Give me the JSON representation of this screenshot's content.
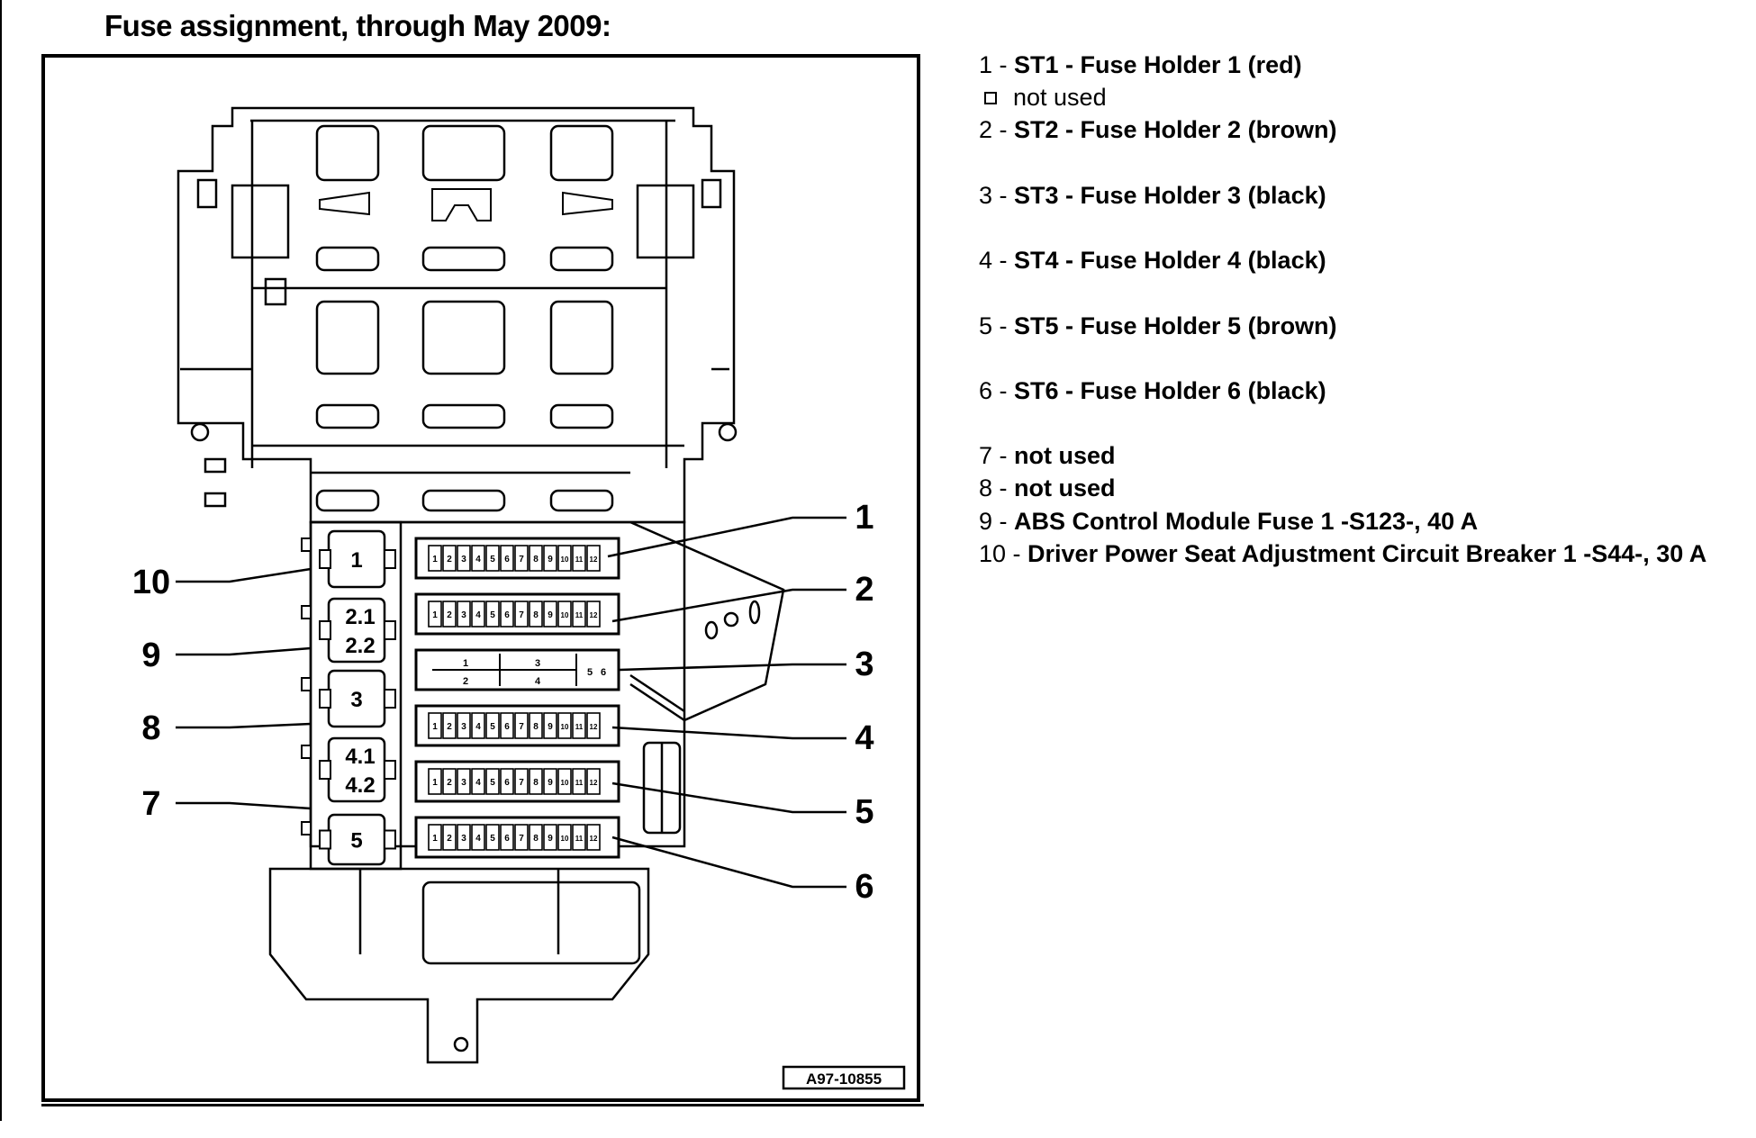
{
  "title": "Fuse assignment, through May 2009:",
  "figure_id": "A97-10855",
  "callouts_right": [
    "1",
    "2",
    "3",
    "4",
    "5",
    "6"
  ],
  "callouts_left": [
    "10",
    "9",
    "8",
    "7"
  ],
  "relay_labels": [
    "1",
    "2.1",
    "2.2",
    "3",
    "4.1",
    "4.2",
    "5"
  ],
  "fuse_slots_12": [
    "1",
    "2",
    "3",
    "4",
    "5",
    "6",
    "7",
    "8",
    "9",
    "10",
    "11",
    "12"
  ],
  "fuse_holder3_slots": [
    "1",
    "3",
    "2",
    "4",
    "5",
    "6"
  ],
  "legend": [
    {
      "num": "1 -",
      "text": "ST1 - Fuse Holder 1 (red)"
    },
    {
      "sub": "not used"
    },
    {
      "num": "2 -",
      "text": "ST2 - Fuse Holder 2 (brown)"
    },
    {
      "spacer": true
    },
    {
      "num": "3 -",
      "text": "ST3 - Fuse Holder 3 (black)"
    },
    {
      "spacer": true
    },
    {
      "num": "4 -",
      "text": "ST4 - Fuse Holder 4 (black)"
    },
    {
      "spacer": true
    },
    {
      "num": "5 -",
      "text": "ST5 - Fuse Holder 5 (brown)"
    },
    {
      "spacer": true
    },
    {
      "num": "6 -",
      "text": "ST6 - Fuse Holder 6 (black)"
    },
    {
      "spacer": true
    },
    {
      "num": "7 -",
      "text": "not used"
    },
    {
      "num": "8 -",
      "text": "not used"
    },
    {
      "num": "9 -",
      "text": "ABS Control Module Fuse 1 -S123-, 40 A"
    },
    {
      "num": "10 -",
      "text": "Driver Power Seat Adjustment Circuit Breaker 1 -S44-, 30 A"
    }
  ]
}
